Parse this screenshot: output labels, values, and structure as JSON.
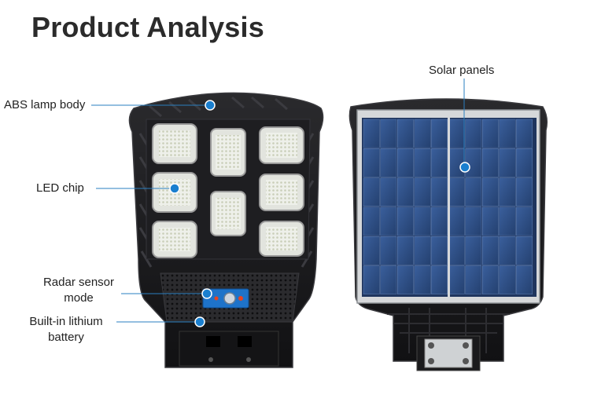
{
  "page": {
    "title": "Product Analysis"
  },
  "callouts": {
    "abs_lamp_body": "ABS lamp body",
    "led_chip": "LED chip",
    "radar_sensor_line1": "Radar sensor",
    "radar_sensor_line2": "mode",
    "battery_line1": "Built-in lithium",
    "battery_line2": "battery",
    "solar_panels": "Solar panels"
  },
  "colors": {
    "accent_dot": "#1a7fcf",
    "leader_line": "#2a7fc0",
    "lamp_body": "#1c1c1e",
    "solar_cell": "#2e4f86",
    "title_text": "#2b2b2b"
  }
}
